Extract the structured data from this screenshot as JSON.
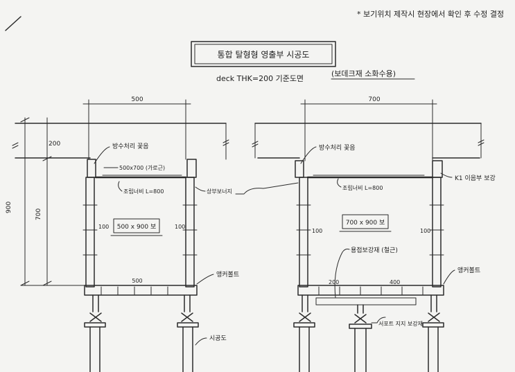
{
  "header_note": "* 보기위치 제작시 현장에서 확인 후 수정 결정",
  "title_box": {
    "title": "통합 탈형형 영출부 시공도",
    "subtitle": "deck THK=200 기준도면",
    "subtitle_paren": "(보데크재 소화수용)"
  },
  "left_detail": {
    "dim_top": "500",
    "dim_overall": "900",
    "dim_inner": "700",
    "dim_slab": "200",
    "dim_bottom": "500",
    "pitch_left": "100",
    "pitch_right": "100",
    "opening_label": "500 x 900 보",
    "label_top_bar": "500x700 (가로근)",
    "label_finish": "방수처리 꽃음",
    "label_stiffener": "조립너비 L=800",
    "label_side_bar": "상부보너지",
    "label_anchor": "앵커볼트"
  },
  "right_detail": {
    "dim_top": "700",
    "dim_bottom_a": "200",
    "dim_bottom_b": "400",
    "pitch_left": "100",
    "pitch_right": "100",
    "opening_label": "700 x 900 보",
    "label_finish": "방수처리 꽃음",
    "label_stiffener": "조립너비 L=800",
    "label_side_bar": "K1 이음부 보강",
    "label_lower_rebar": "용접보강재 (철근)",
    "label_anchor": "앵커볼트",
    "label_support": "서포트 지지 보강재"
  },
  "shared_label_pipe": "시공도"
}
